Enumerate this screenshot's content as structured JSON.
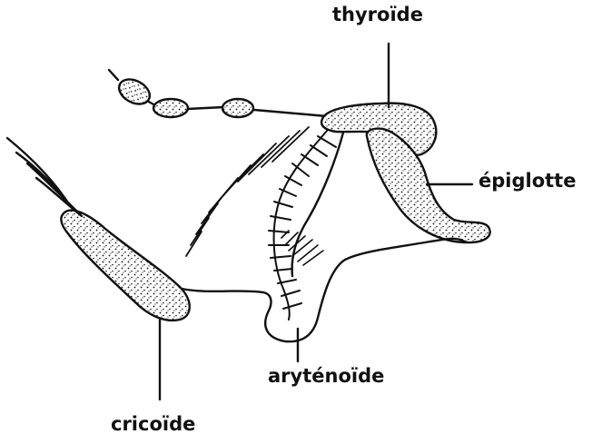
{
  "labels": {
    "thyroide": "thyroïde",
    "epiglotte": "épiglotte",
    "arytenoide": "aryténoïde",
    "cricoide": "cricoïde"
  },
  "colors": {
    "ink": "#111111",
    "background": "#ffffff"
  }
}
